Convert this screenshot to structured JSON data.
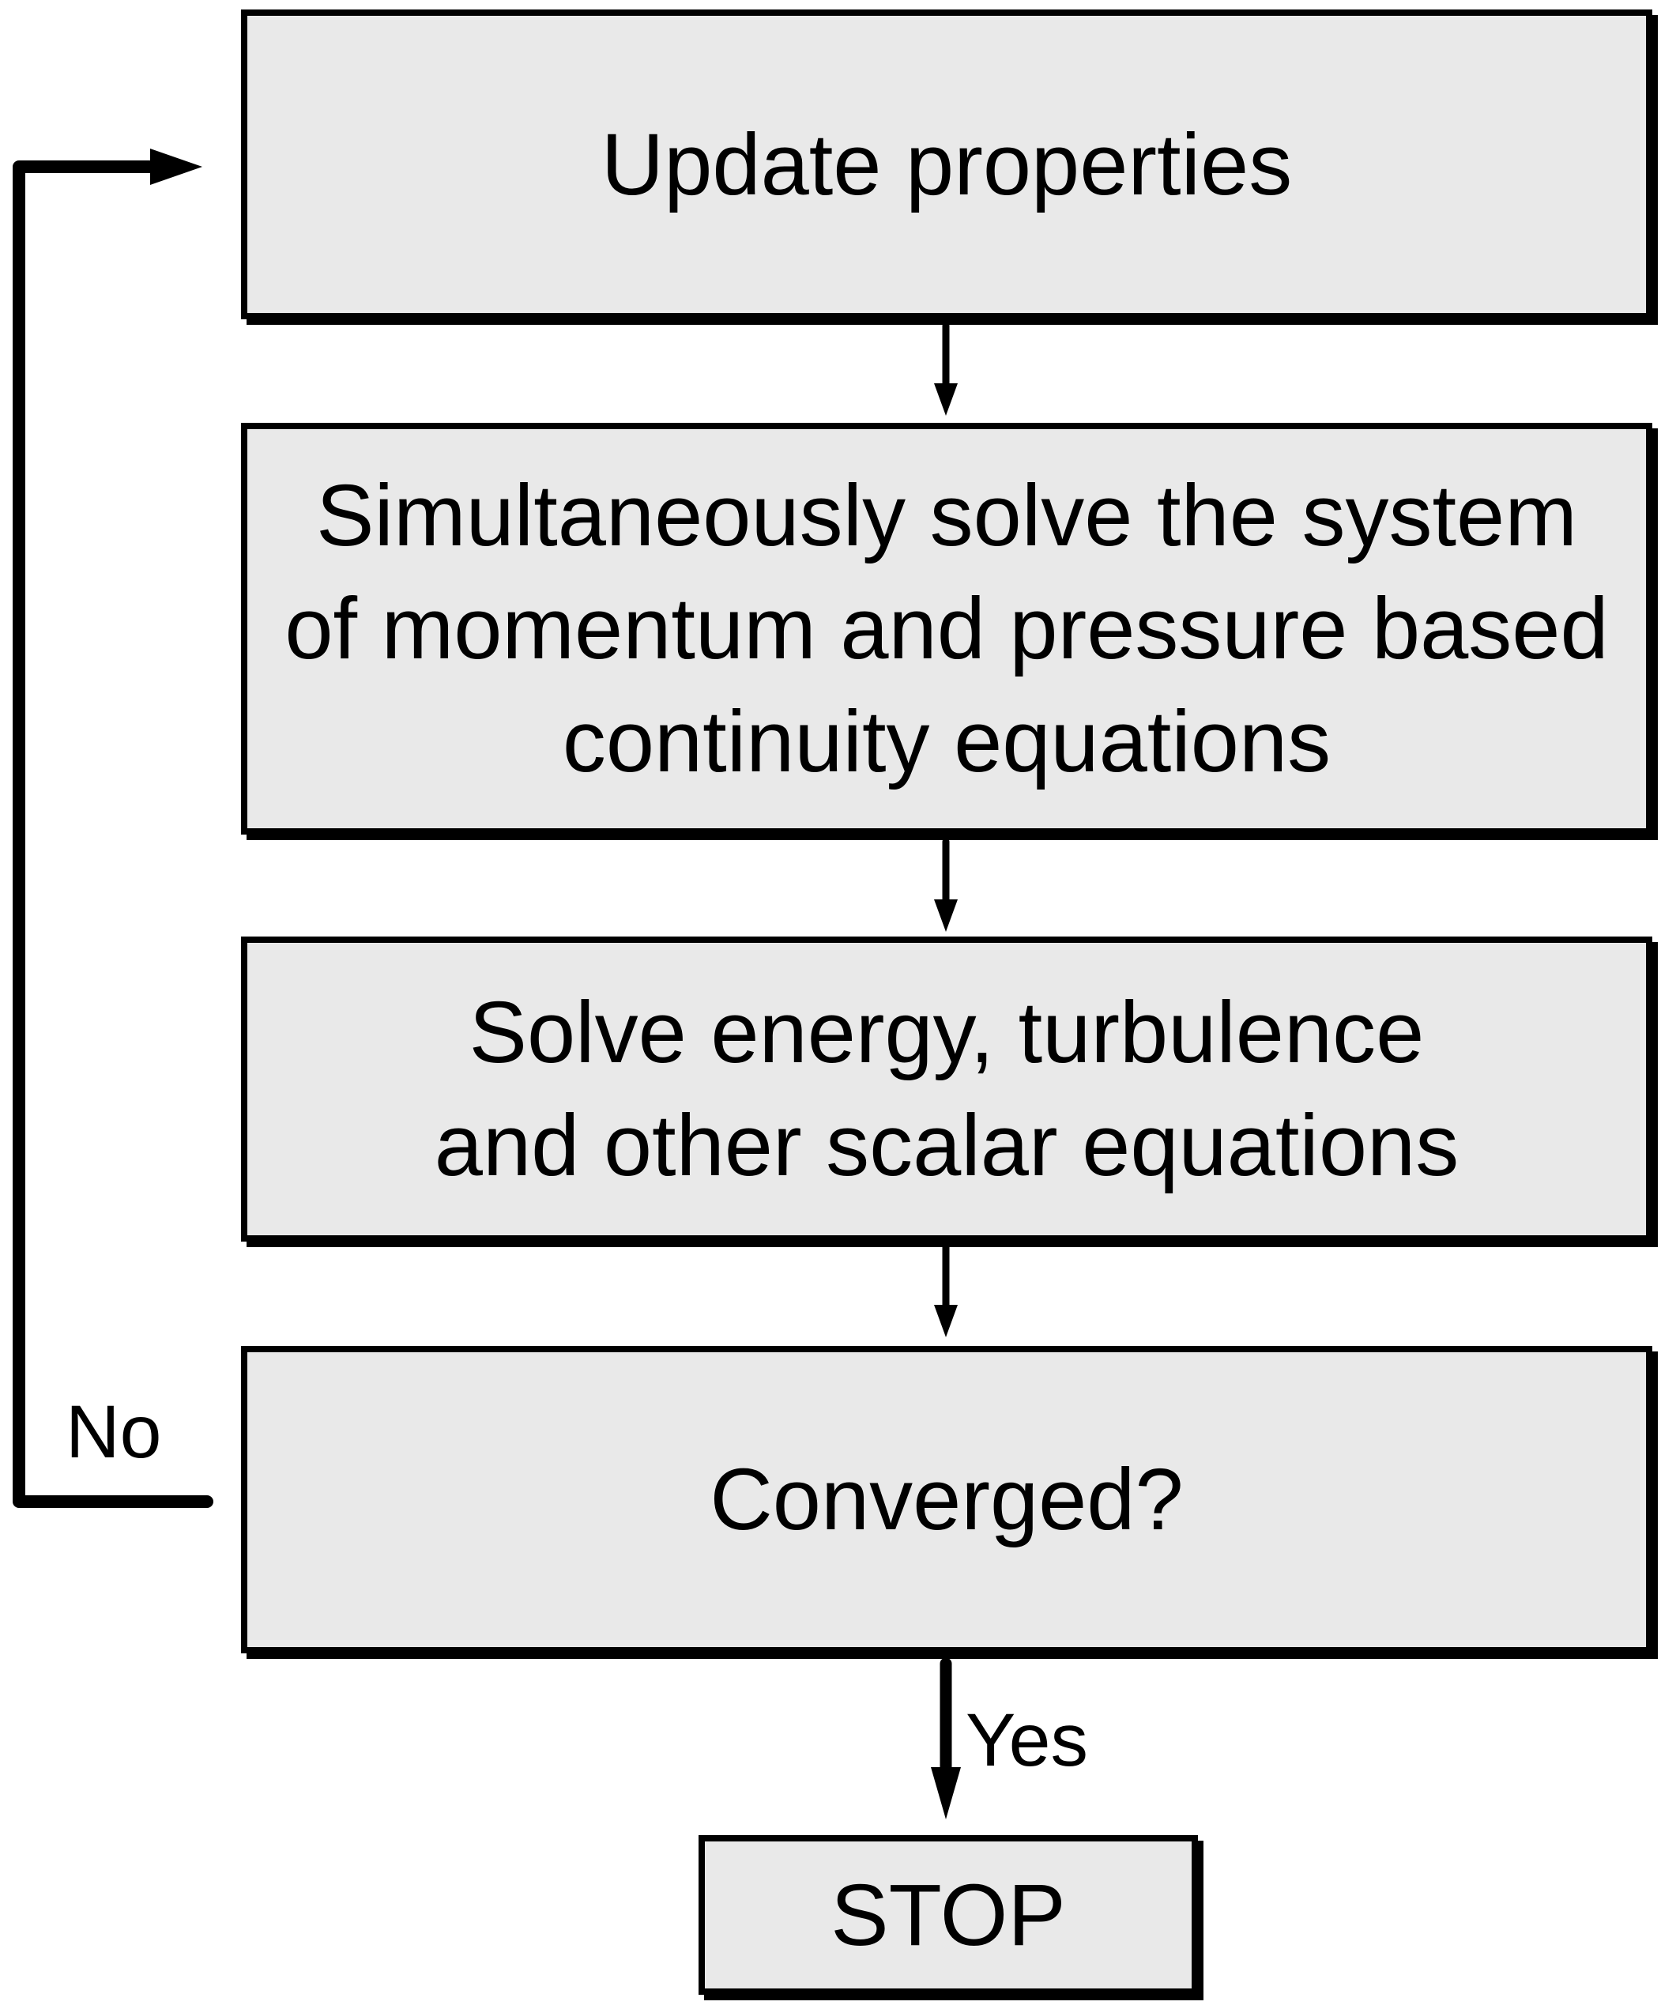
{
  "diagram": {
    "background_color": "#ffffff",
    "box_fill_color": "#e9e9e9",
    "line_color": "#000000",
    "boxes": [
      {
        "id": "update-properties",
        "label": "Update properties"
      },
      {
        "id": "momentum-continuity",
        "label": "Simultaneously solve the system\nof momentum and pressure based\ncontinuity equations"
      },
      {
        "id": "energy-turbulence",
        "label": "Solve energy, turbulence\nand other scalar equations"
      },
      {
        "id": "converged",
        "label": "Converged?"
      },
      {
        "id": "stop",
        "label": "STOP"
      }
    ],
    "edges": [
      {
        "from": "update-properties",
        "to": "momentum-continuity",
        "label": ""
      },
      {
        "from": "momentum-continuity",
        "to": "energy-turbulence",
        "label": ""
      },
      {
        "from": "energy-turbulence",
        "to": "converged",
        "label": ""
      },
      {
        "from": "converged",
        "to": "stop",
        "label": "Yes"
      },
      {
        "from": "converged",
        "to": "update-properties",
        "label": "No"
      }
    ],
    "labels": {
      "no": "No",
      "yes": "Yes"
    }
  }
}
